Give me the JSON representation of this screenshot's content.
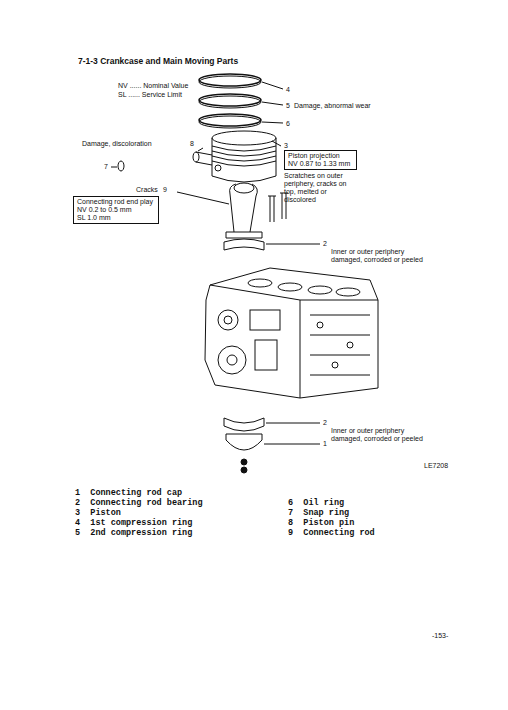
{
  "diagram": {
    "title": "7-1-3 Crankcase and Main Moving Parts",
    "nodes": [
      {
        "text": [
          "Piston projection",
          "NV 0.87 to 1.33 mm"
        ]
      },
      {
        "text": [
          "Connecting rod end play",
          "NV 0.2 to 0.5 mm",
          "SL 1.0 mm"
        ]
      }
    ],
    "labels": [
      "NV ...... Nominal Value",
      "SL ...... Service Limit",
      "4",
      "5",
      "Damage, abnormal wear",
      "6",
      "Damage, discoloration",
      "8",
      "7",
      "3",
      "Scratches on outer periphery, cracks on top, melted or discolored",
      "Cracks",
      "9",
      "2",
      "Inner or outer periphery damaged, corroded or peeled",
      "2",
      "Inner or outer periphery damaged, corroded or peeled",
      "1",
      "LE7208",
      "1  Connecting rod cap",
      "2  Connecting rod bearing",
      "3  Piston",
      "4  1st compression ring",
      "5  2nd compression ring",
      "6  Oil ring",
      "7  Snap ring",
      "8  Piston pin",
      "9  Connecting rod",
      "-153-"
    ]
  }
}
